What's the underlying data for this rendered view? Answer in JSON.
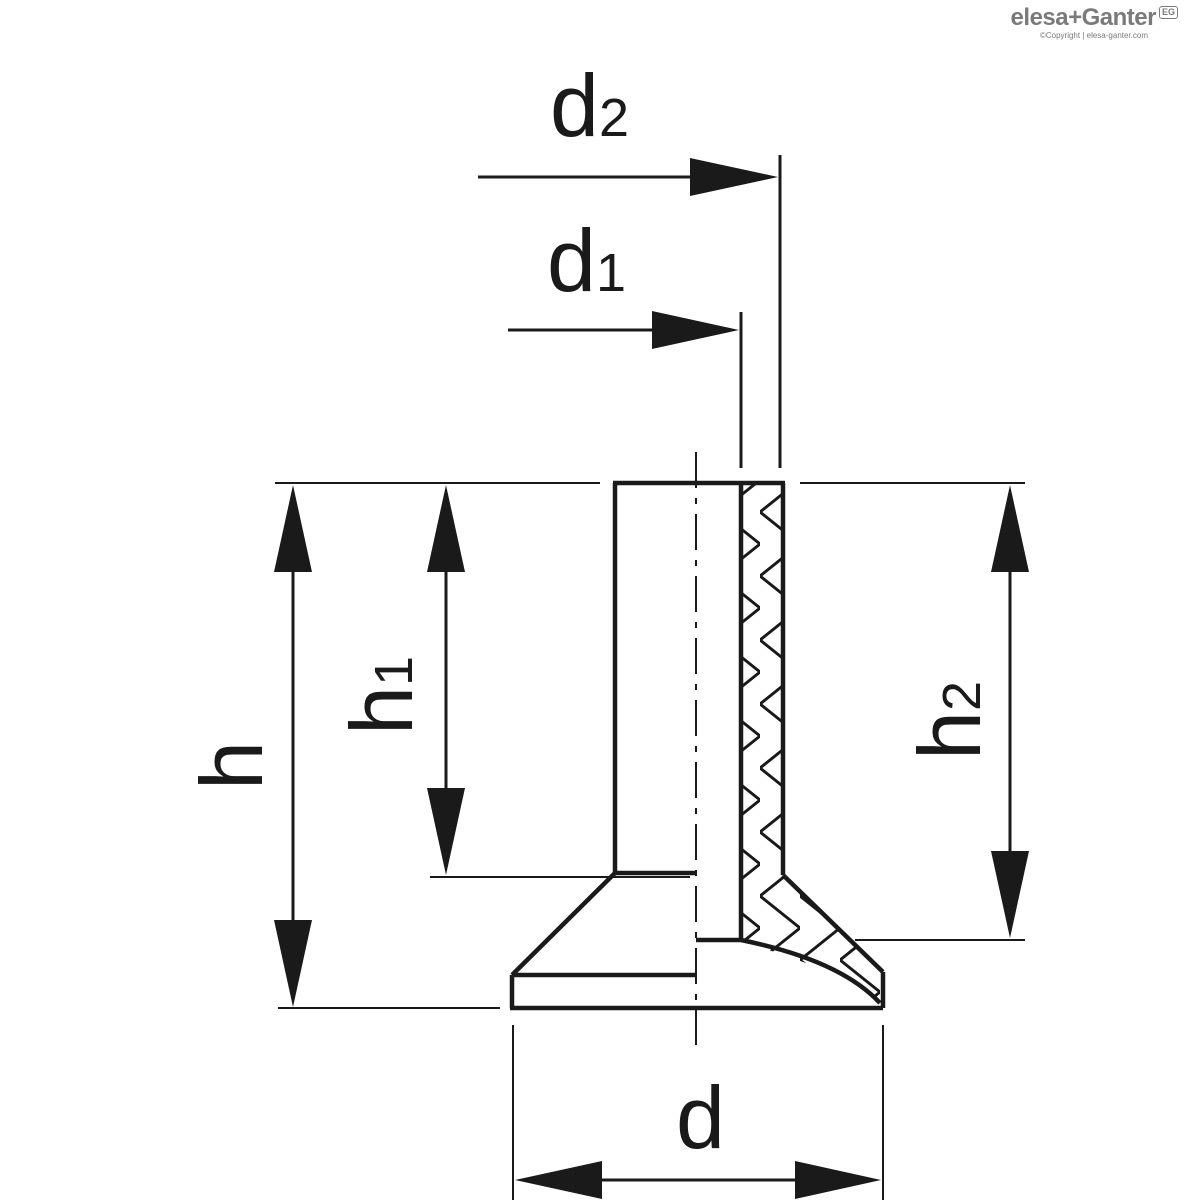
{
  "brand": {
    "name": "elesa+Ganter",
    "badge": "EG",
    "copyright": "©Copyright | elesa-ganter.com",
    "color": "#7a7a7a"
  },
  "dimensions": {
    "d": "d",
    "d1": {
      "base": "d",
      "sub": "1"
    },
    "d2": {
      "base": "d",
      "sub": "2"
    },
    "h": "h",
    "h1": {
      "base": "h",
      "sub": "1"
    },
    "h2": {
      "base": "h",
      "sub": "2"
    }
  },
  "colors": {
    "line": "#1a1a1a",
    "background": "#ffffff"
  }
}
